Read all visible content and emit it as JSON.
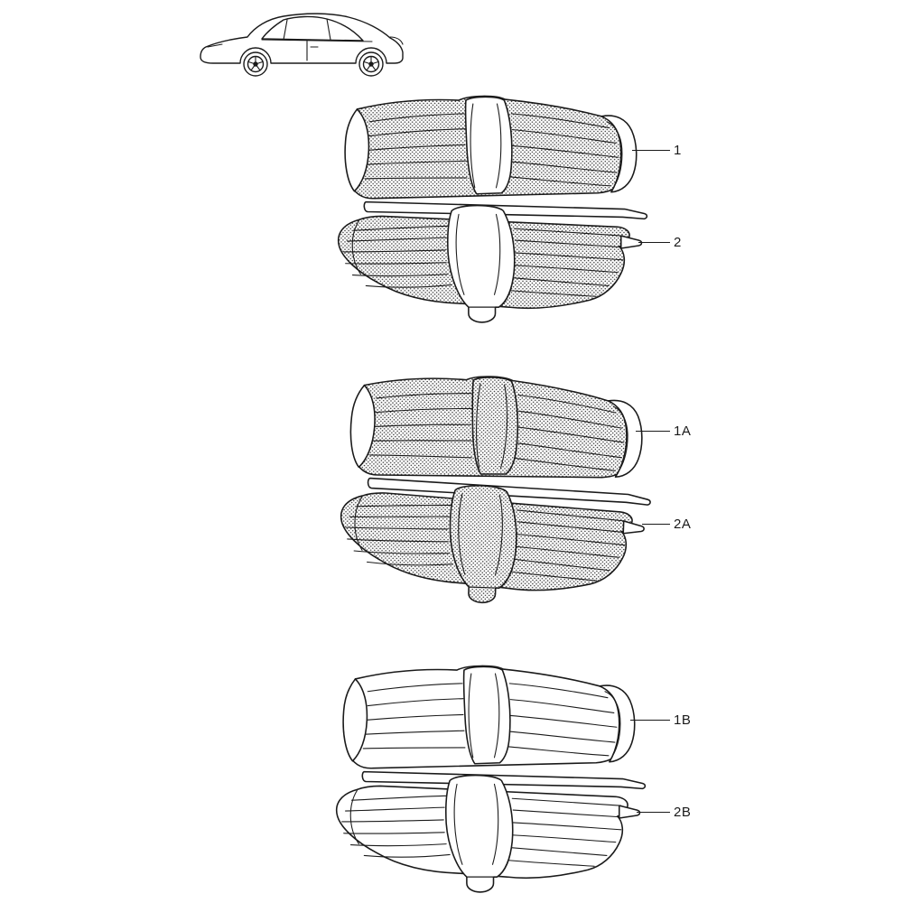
{
  "diagram": {
    "kind": "parts-catalog-illustration",
    "subject": "rear seat upholstery sets",
    "vehicle_icon": "porsche-944-side-profile",
    "background": "#ffffff",
    "line_color": "#1a1a1a",
    "halftone_dot_color": "#3c3c3c"
  },
  "assemblies": [
    {
      "name": "rear-seat-set-standard",
      "backrest_label": "1",
      "cushion_label": "2",
      "finish": "halftone panels, plain center"
    },
    {
      "name": "rear-seat-set-a",
      "backrest_label": "1A",
      "cushion_label": "2A",
      "finish": "fully halftone"
    },
    {
      "name": "rear-seat-set-b",
      "backrest_label": "1B",
      "cushion_label": "2B",
      "finish": "plain"
    }
  ]
}
